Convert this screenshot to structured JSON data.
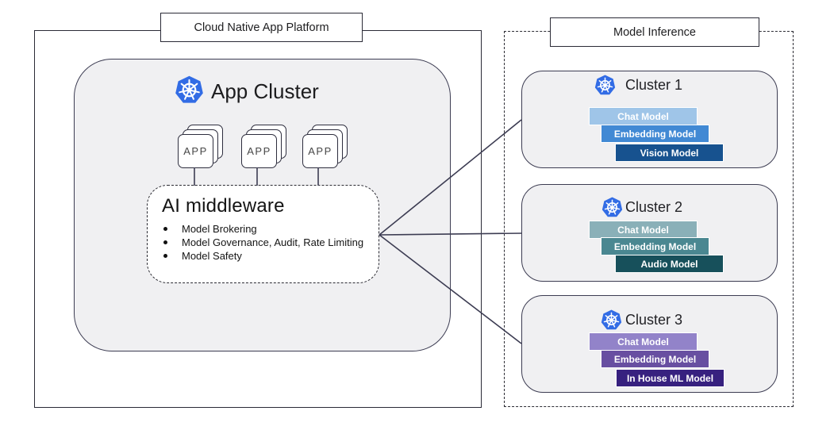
{
  "platform": {
    "title": "Cloud Native App Platform",
    "app_cluster": {
      "title": "App Cluster",
      "apps": [
        "APP",
        "APP",
        "APP"
      ],
      "middleware": {
        "title": "AI middleware",
        "bullets": [
          "Model Brokering",
          "Model Governance, Audit, Rate Limiting",
          "Model Safety"
        ]
      }
    }
  },
  "inference": {
    "title": "Model Inference",
    "clusters": [
      {
        "name": "Cluster 1",
        "models": [
          {
            "label": "Chat Model",
            "color": "#9FC5E8"
          },
          {
            "label": "Embedding Model",
            "color": "#4189D4"
          },
          {
            "label": "Vision Model",
            "color": "#17528F"
          }
        ]
      },
      {
        "name": "Cluster 2",
        "models": [
          {
            "label": "Chat Model",
            "color": "#8AB0B8"
          },
          {
            "label": "Embedding Model",
            "color": "#4A8791"
          },
          {
            "label": "Audio Model",
            "color": "#17505B"
          }
        ]
      },
      {
        "name": "Cluster 3",
        "models": [
          {
            "label": "Chat Model",
            "color": "#9283C9"
          },
          {
            "label": "Embedding Model",
            "color": "#684FA1"
          },
          {
            "label": "In House ML Model",
            "color": "#37217F"
          }
        ]
      }
    ]
  },
  "icons": {
    "kubernetes": "kubernetes-helm-wheel"
  },
  "colors": {
    "kubernetes_blue": "#326CE5",
    "box_fill": "#F0F0F2",
    "stroke": "#3C3C52"
  }
}
